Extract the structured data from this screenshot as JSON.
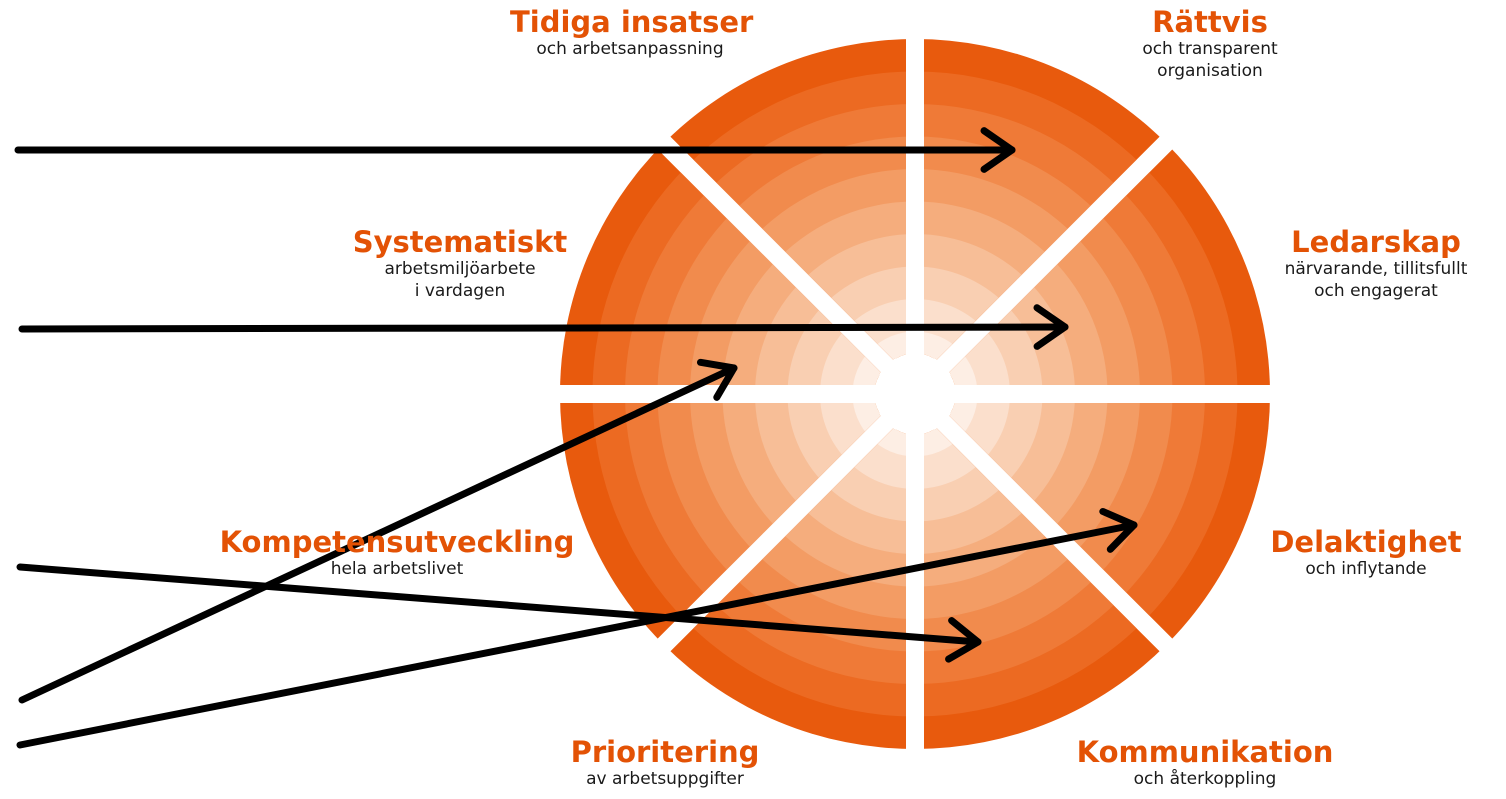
{
  "colors": {
    "accent": "#E35205",
    "ring_shades": [
      "#E85A0D",
      "#EC6A22",
      "#EF7A37",
      "#F18B4D",
      "#F39C64",
      "#F5AD7D",
      "#F7BE97",
      "#F9CFB2",
      "#FBDFCC",
      "#FDEEE4"
    ],
    "arrow": "#000000",
    "subtitle_text": "#1a1a1a"
  },
  "segments": [
    {
      "id": "tidiga-insatser",
      "title": "Tidiga insatser",
      "subtitle": [
        "och arbetsanpassning"
      ]
    },
    {
      "id": "rattvis",
      "title": "Rättvis",
      "subtitle": [
        "och transparent",
        "organisation"
      ]
    },
    {
      "id": "ledarskap",
      "title": "Ledarskap",
      "subtitle": [
        "närvarande, tillitsfullt",
        "och engagerat"
      ]
    },
    {
      "id": "delaktighet",
      "title": "Delaktighet",
      "subtitle": [
        "och inflytande"
      ]
    },
    {
      "id": "kommunikation",
      "title": "Kommunikation",
      "subtitle": [
        "och återkoppling"
      ]
    },
    {
      "id": "prioritering",
      "title": "Prioritering",
      "subtitle": [
        "av arbetsuppgifter"
      ]
    },
    {
      "id": "kompetensutveckling",
      "title": "Kompetensutveckling",
      "subtitle": [
        "hela arbetslivet"
      ]
    },
    {
      "id": "systematiskt",
      "title": "Systematiskt",
      "subtitle": [
        "arbetsmiljöarbete",
        "i vardagen"
      ]
    }
  ]
}
